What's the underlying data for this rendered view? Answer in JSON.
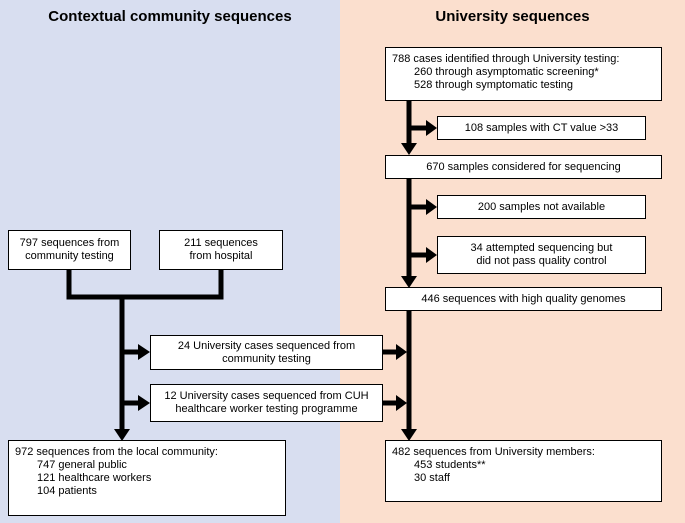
{
  "panels": {
    "community": {
      "title": "Contextual community sequences",
      "bg": "#d8def0"
    },
    "university": {
      "title": "University sequences",
      "bg": "#fbdfce"
    }
  },
  "boxes": {
    "seq_797": {
      "text": "797 sequences from\ncommunity testing"
    },
    "seq_211": {
      "text": "211 sequences\nfrom hospital"
    },
    "uni_24": {
      "text": "24 University cases sequenced from\ncommunity testing"
    },
    "uni_12": {
      "text": "12 University cases sequenced from CUH\nhealthcare worker testing programme"
    },
    "local_972": {
      "title": "972 sequences from the local community:",
      "items": [
        "747 general public",
        "121 healthcare workers",
        "104 patients"
      ]
    },
    "cases_788": {
      "title": "788 cases identified through University testing:",
      "items": [
        "260 through asymptomatic screening*",
        "528 through symptomatic testing"
      ]
    },
    "ct_108": {
      "text": "108 samples with CT value >33"
    },
    "considered_670": {
      "text": "670 samples considered for sequencing"
    },
    "unavailable_200": {
      "text": "200 samples not available"
    },
    "failed_34": {
      "text": "34 attempted sequencing but\ndid not pass quality control"
    },
    "genomes_446": {
      "text": "446 sequences with high quality genomes"
    },
    "university_482": {
      "title": "482 sequences from University members:",
      "items": [
        "453 students**",
        "30 staff"
      ]
    }
  }
}
